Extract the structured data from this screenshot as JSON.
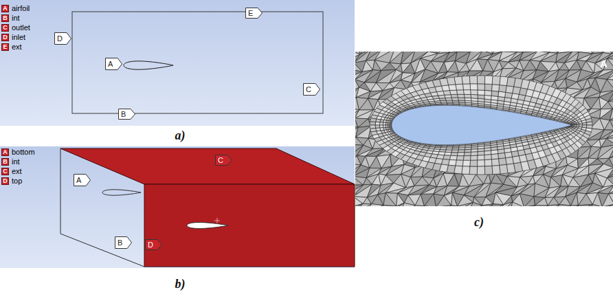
{
  "diagram": {
    "nodes": [
      {
        "text": [
          "E"
        ]
      },
      {
        "text": [
          "D"
        ]
      },
      {
        "text": [
          "A"
        ]
      },
      {
        "text": [
          "C"
        ]
      },
      {
        "text": [
          "B"
        ]
      },
      {
        "text": [
          "C"
        ]
      },
      {
        "text": [
          "A"
        ]
      },
      {
        "text": [
          "B"
        ]
      },
      {
        "text": [
          "D"
        ]
      }
    ],
    "labels": [
      "A",
      "B",
      "C",
      "D",
      "E",
      "a)",
      "A",
      "B",
      "C",
      "D",
      "b)",
      "A",
      "c)"
    ],
    "legend": [
      {
        "text": "airfoil",
        "color": "#c8242a"
      },
      {
        "text": "int",
        "color": "#c8242a"
      },
      {
        "text": "outlet",
        "color": "#c8242a"
      },
      {
        "text": "inlet",
        "color": "#c8242a"
      },
      {
        "text": "ext",
        "color": "#c8242a"
      },
      {
        "text": "bottom",
        "color": "#c8242a"
      },
      {
        "text": "int",
        "color": "#c8242a"
      },
      {
        "text": "ext",
        "color": "#c8242a"
      },
      {
        "text": "top",
        "color": "#c8242a"
      }
    ]
  }
}
